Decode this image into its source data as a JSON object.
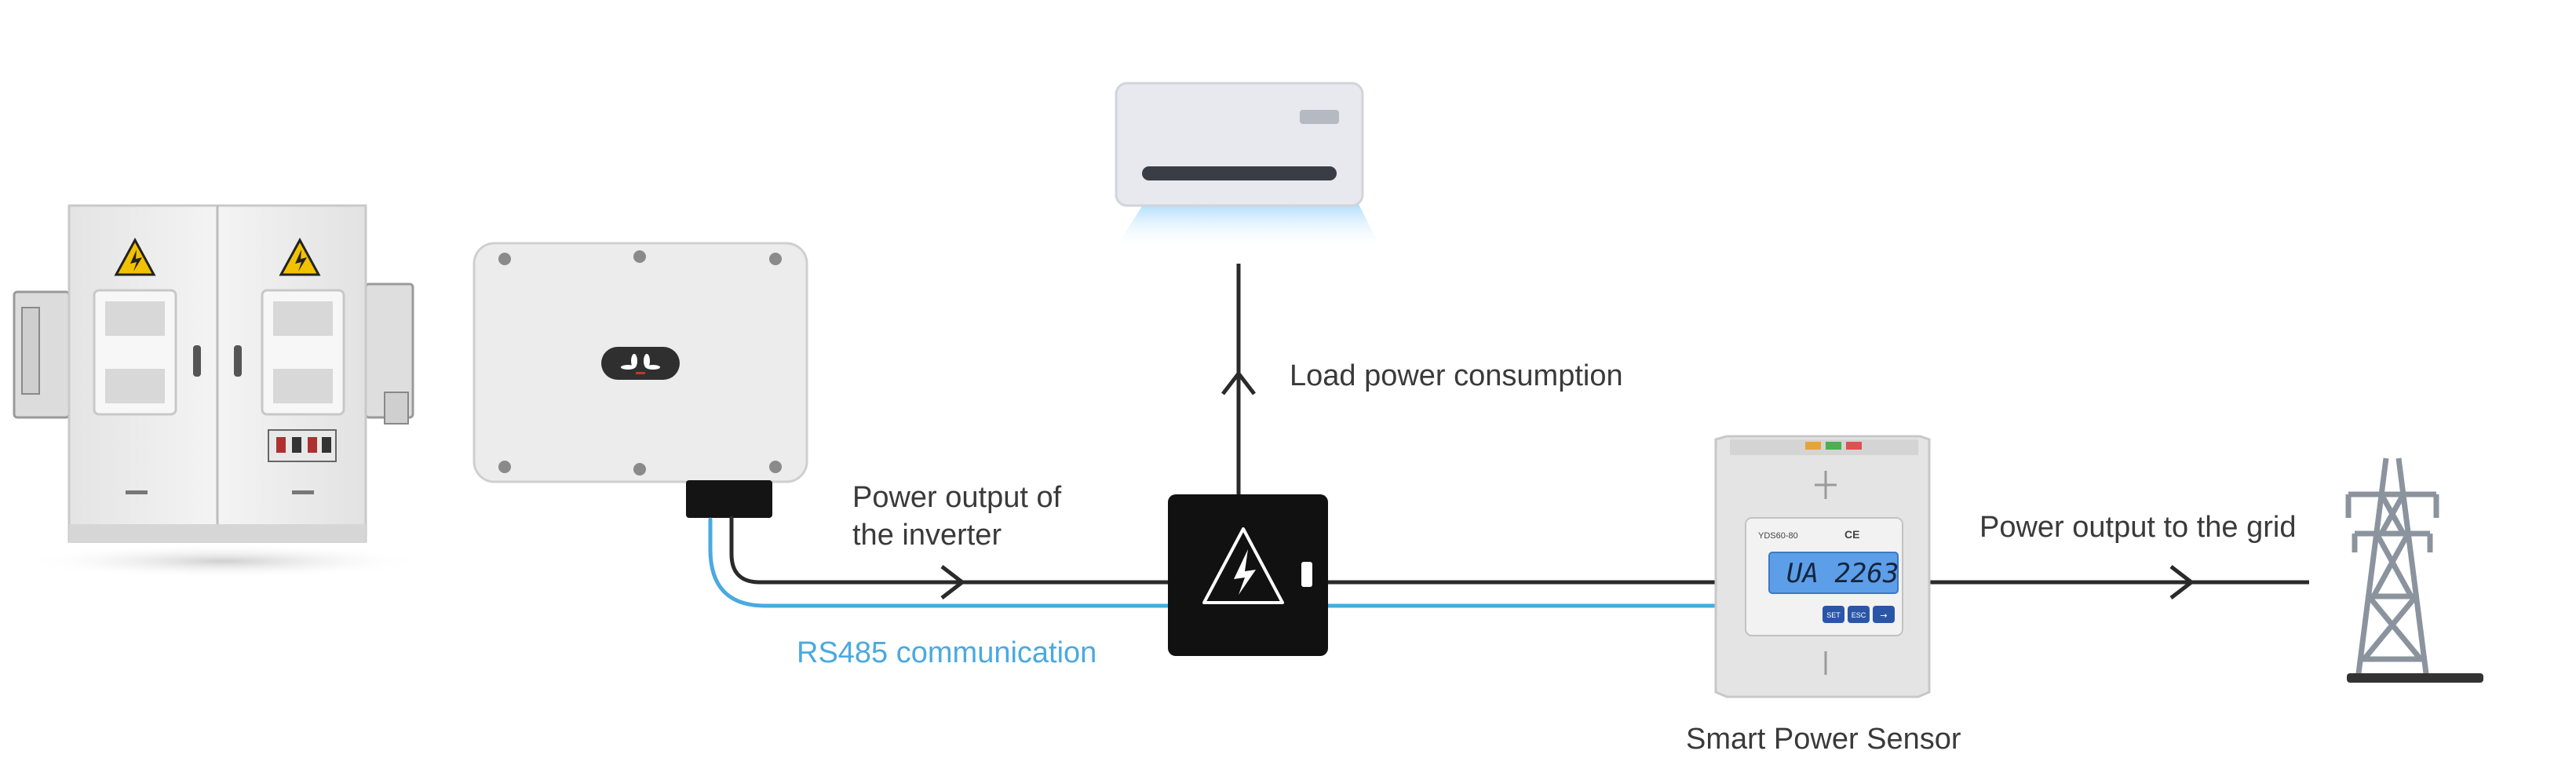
{
  "labels": {
    "inverter_output_line1": "Power output of",
    "inverter_output_line2": "the inverter",
    "rs485": "RS485 communication",
    "load": "Load power consumption",
    "grid": "Power output to the grid",
    "sensor": "Smart Power Sensor"
  },
  "sensor_display": {
    "model": "YDS60-80",
    "lcd": "UA 2263",
    "buttons": [
      "SET",
      "ESC",
      "→"
    ]
  },
  "colors": {
    "power_line": "#2a2a2a",
    "comm_line": "#4aa9e0",
    "breaker": "#111111",
    "ac_airflow": "#bfe3fb"
  },
  "icons": [
    "battery-cabinet",
    "inverter",
    "air-conditioner",
    "breaker-lightning-icon",
    "power-sensor-meter",
    "transmission-tower-icon",
    "flow-arrow-icon"
  ]
}
